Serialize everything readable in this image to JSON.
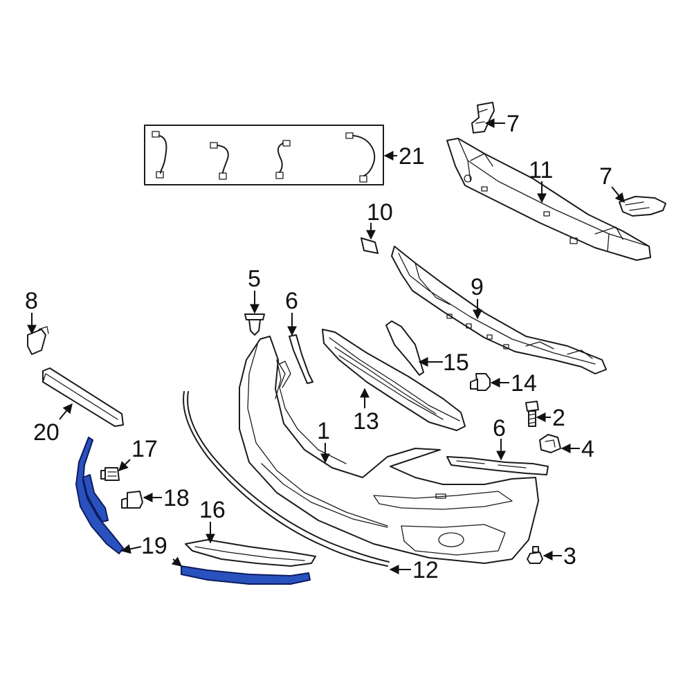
{
  "diagram": {
    "highlight_color": "#2a52be",
    "line_color": "#1a1a1a",
    "callouts": {
      "c1": "1",
      "c2": "2",
      "c3": "3",
      "c4": "4",
      "c5": "5",
      "c6a": "6",
      "c6b": "6",
      "c7a": "7",
      "c7b": "7",
      "c8": "8",
      "c9": "9",
      "c10": "10",
      "c11": "11",
      "c12": "12",
      "c13": "13",
      "c14": "14",
      "c15": "15",
      "c16": "16",
      "c17": "17",
      "c18": "18",
      "c19": "19",
      "c20": "20",
      "c21": "21"
    },
    "highlighted_parts": [
      "19"
    ]
  }
}
